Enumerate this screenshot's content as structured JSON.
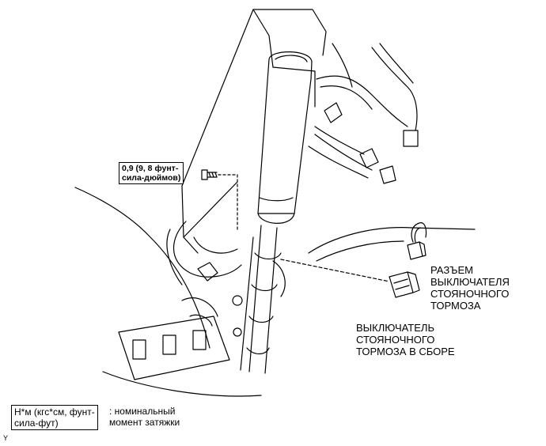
{
  "torque_spec": {
    "line1": "0,9 (9, 8 фунт-",
    "line2": "сила-дюймов)"
  },
  "connector_label": {
    "line1": "РАЗЪЕМ",
    "line2": "ВЫКЛЮЧАТЕЛЯ",
    "line3": "СТОЯНОЧНОГО",
    "line4": "ТОРМОЗА"
  },
  "switch_label": {
    "line1": "ВЫКЛЮЧАТЕЛЬ",
    "line2": "СТОЯНОЧНОГО",
    "line3": "ТОРМОЗА В СБОРЕ"
  },
  "legend": {
    "unit_line1": "Н*м (кгс*см, фунт-",
    "unit_line2": "сила-фут)",
    "desc_line1": ": номинальный",
    "desc_line2": "момент затяжки"
  },
  "corner_mark": "Y"
}
